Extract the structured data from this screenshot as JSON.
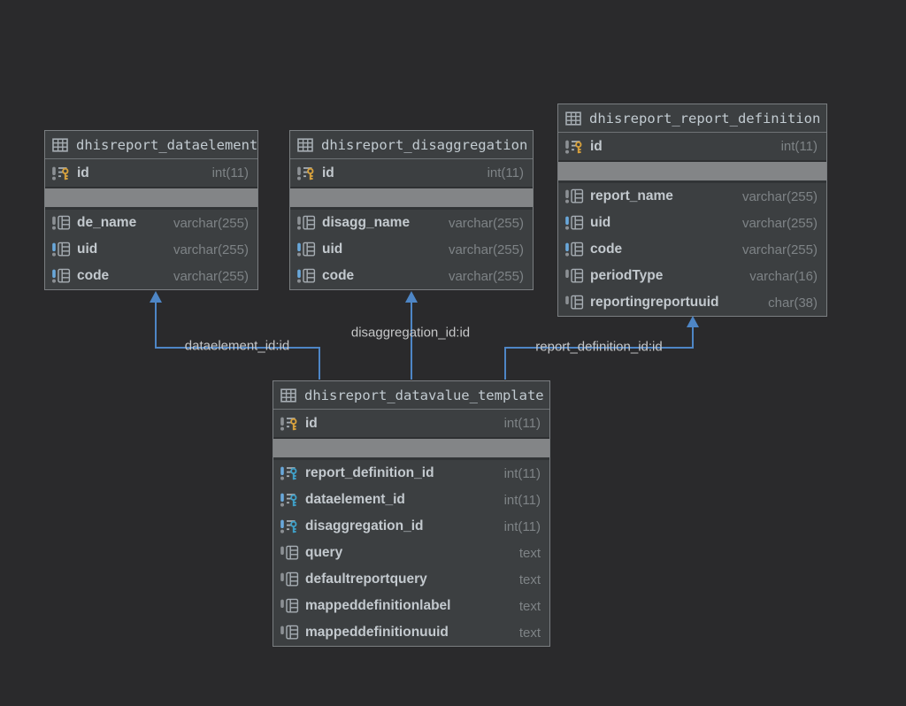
{
  "diagram": {
    "tables": [
      {
        "id": "dataelement",
        "title": "dhisreport_dataelement",
        "columns": [
          {
            "name": "id",
            "type": "int(11)",
            "glyph": "key-gold",
            "bar": "gray",
            "dot": true,
            "section": "key"
          },
          {
            "name": "de_name",
            "type": "varchar(255)",
            "glyph": "grid",
            "bar": "gray",
            "dot": true
          },
          {
            "name": "uid",
            "type": "varchar(255)",
            "glyph": "grid",
            "bar": "blue",
            "dot": true
          },
          {
            "name": "code",
            "type": "varchar(255)",
            "glyph": "grid",
            "bar": "blue",
            "dot": true
          }
        ]
      },
      {
        "id": "disaggregation",
        "title": "dhisreport_disaggregation",
        "columns": [
          {
            "name": "id",
            "type": "int(11)",
            "glyph": "key-gold",
            "bar": "gray",
            "dot": true,
            "section": "key"
          },
          {
            "name": "disagg_name",
            "type": "varchar(255)",
            "glyph": "grid",
            "bar": "gray",
            "dot": true
          },
          {
            "name": "uid",
            "type": "varchar(255)",
            "glyph": "grid",
            "bar": "blue",
            "dot": true
          },
          {
            "name": "code",
            "type": "varchar(255)",
            "glyph": "grid",
            "bar": "blue",
            "dot": true
          }
        ]
      },
      {
        "id": "report_definition",
        "title": "dhisreport_report_definition",
        "columns": [
          {
            "name": "id",
            "type": "int(11)",
            "glyph": "key-gold",
            "bar": "gray",
            "dot": true,
            "section": "key"
          },
          {
            "name": "report_name",
            "type": "varchar(255)",
            "glyph": "grid",
            "bar": "gray",
            "dot": true
          },
          {
            "name": "uid",
            "type": "varchar(255)",
            "glyph": "grid",
            "bar": "blue",
            "dot": true
          },
          {
            "name": "code",
            "type": "varchar(255)",
            "glyph": "grid",
            "bar": "blue",
            "dot": true
          },
          {
            "name": "periodType",
            "type": "varchar(16)",
            "glyph": "grid",
            "bar": "gray",
            "dot": false
          },
          {
            "name": "reportingreportuuid",
            "type": "char(38)",
            "glyph": "grid",
            "bar": "gray",
            "dot": false
          }
        ]
      },
      {
        "id": "datavalue_template",
        "title": "dhisreport_datavalue_template",
        "columns": [
          {
            "name": "id",
            "type": "int(11)",
            "glyph": "key-gold",
            "bar": "gray",
            "dot": true,
            "section": "key"
          },
          {
            "name": "report_definition_id",
            "type": "int(11)",
            "glyph": "key-blue",
            "bar": "blue",
            "dot": true
          },
          {
            "name": "dataelement_id",
            "type": "int(11)",
            "glyph": "key-blue",
            "bar": "blue",
            "dot": true
          },
          {
            "name": "disaggregation_id",
            "type": "int(11)",
            "glyph": "key-blue",
            "bar": "blue",
            "dot": true
          },
          {
            "name": "query",
            "type": "text",
            "glyph": "grid",
            "bar": "gray",
            "dot": false
          },
          {
            "name": "defaultreportquery",
            "type": "text",
            "glyph": "grid",
            "bar": "gray",
            "dot": false
          },
          {
            "name": "mappeddefinitionlabel",
            "type": "text",
            "glyph": "grid",
            "bar": "gray",
            "dot": false
          },
          {
            "name": "mappeddefinitionuuid",
            "type": "text",
            "glyph": "grid",
            "bar": "gray",
            "dot": false
          }
        ]
      }
    ],
    "relations": [
      {
        "label": "dataelement_id:id"
      },
      {
        "label": "disaggregation_id:id"
      },
      {
        "label": "report_definition_id:id"
      }
    ],
    "colors": {
      "arrow": "#4E86C6",
      "pk_key": "#D7A13C",
      "fk_key": "#3FA0C8",
      "bar_blue": "#69A8DB",
      "bar_gray": "#8C9094",
      "dot_gray": "#8C9094",
      "glyph_gray": "#A6ADB3",
      "band": "#838587",
      "background": "#2A2A2C",
      "table_bg": "#3C3F41"
    }
  }
}
